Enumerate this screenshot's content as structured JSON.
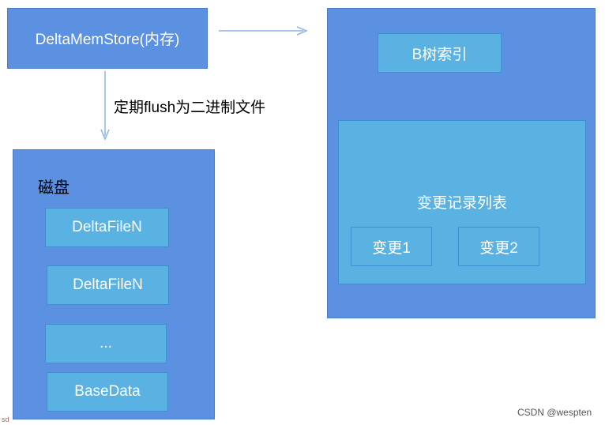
{
  "memstore": {
    "label": "DeltaMemStore(内存)"
  },
  "flush_arrow": {
    "label": "定期flush为二进制文件"
  },
  "disk": {
    "title": "磁盘",
    "files": [
      "DeltaFileN",
      "DeltaFileN",
      "...",
      "BaseData"
    ]
  },
  "index_panel": {
    "btree_label": "B树索引",
    "change_list": {
      "title": "变更记录列表",
      "items": [
        "变更1",
        "变更2"
      ]
    }
  },
  "watermark": {
    "credit": "CSDN @wespten",
    "corner_text": "sd"
  },
  "colors": {
    "dark_blue": "#5b91e0",
    "light_blue": "#5ab2e2",
    "arrow": "#8fb2e6"
  }
}
